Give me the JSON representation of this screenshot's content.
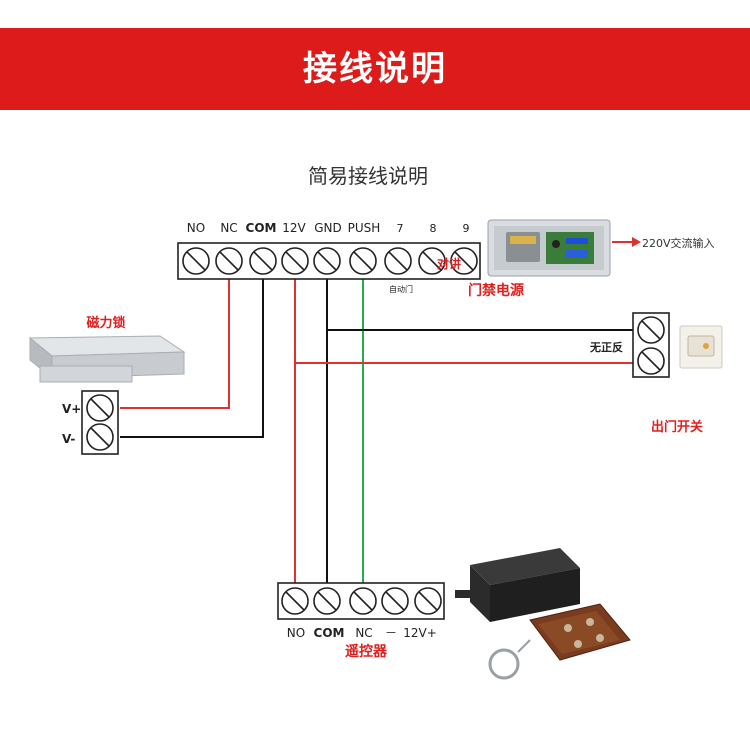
{
  "banner": {
    "title": "接线说明"
  },
  "subtitle": "简易接线说明",
  "main_terminal": {
    "labels": [
      "NO",
      "NC",
      "COM",
      "12V",
      "GND",
      "PUSH",
      "7",
      "8",
      "9"
    ],
    "auto_door": "自动门",
    "intercom": "对讲"
  },
  "power_supply": {
    "name": "门禁电源",
    "input": "220V交流输入"
  },
  "mag_lock": {
    "name": "磁力锁",
    "v_plus": "V+",
    "v_minus": "V-"
  },
  "exit_switch": {
    "name": "出门开关",
    "polarity": "无正反"
  },
  "remote": {
    "name": "遥控器",
    "labels": [
      "NO",
      "COM",
      "NC",
      "－",
      "12V+"
    ]
  },
  "colors": {
    "banner": "#dd1b1b",
    "wire_red": "#e03030",
    "wire_black": "#111111",
    "wire_green": "#1fae4b",
    "label_red": "#e01f1f"
  }
}
